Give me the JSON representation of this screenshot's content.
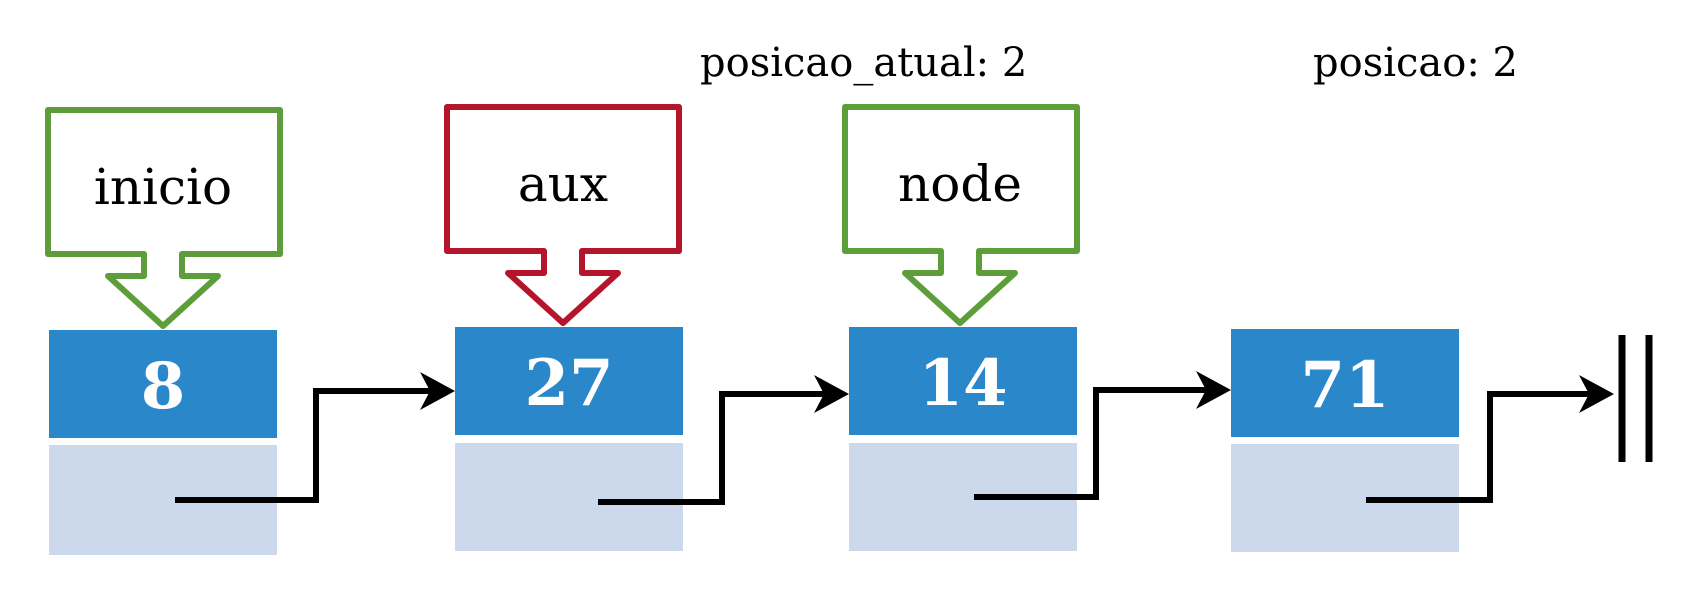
{
  "annotations": {
    "posicao_atual": "posicao_atual: 2",
    "posicao": "posicao: 2"
  },
  "pointers": [
    {
      "label": "inicio",
      "color": "#5E9E3A"
    },
    {
      "label": "aux",
      "color": "#B5152B"
    },
    {
      "label": "node",
      "color": "#5E9E3A"
    }
  ],
  "nodes": [
    {
      "value": "8"
    },
    {
      "value": "27"
    },
    {
      "value": "14"
    },
    {
      "value": "71"
    }
  ],
  "colors": {
    "node_data_fill": "#2A87CA",
    "node_next_fill": "#CCD8EC",
    "arrow": "#000000"
  },
  "null_terminator": "double-bar-icon"
}
